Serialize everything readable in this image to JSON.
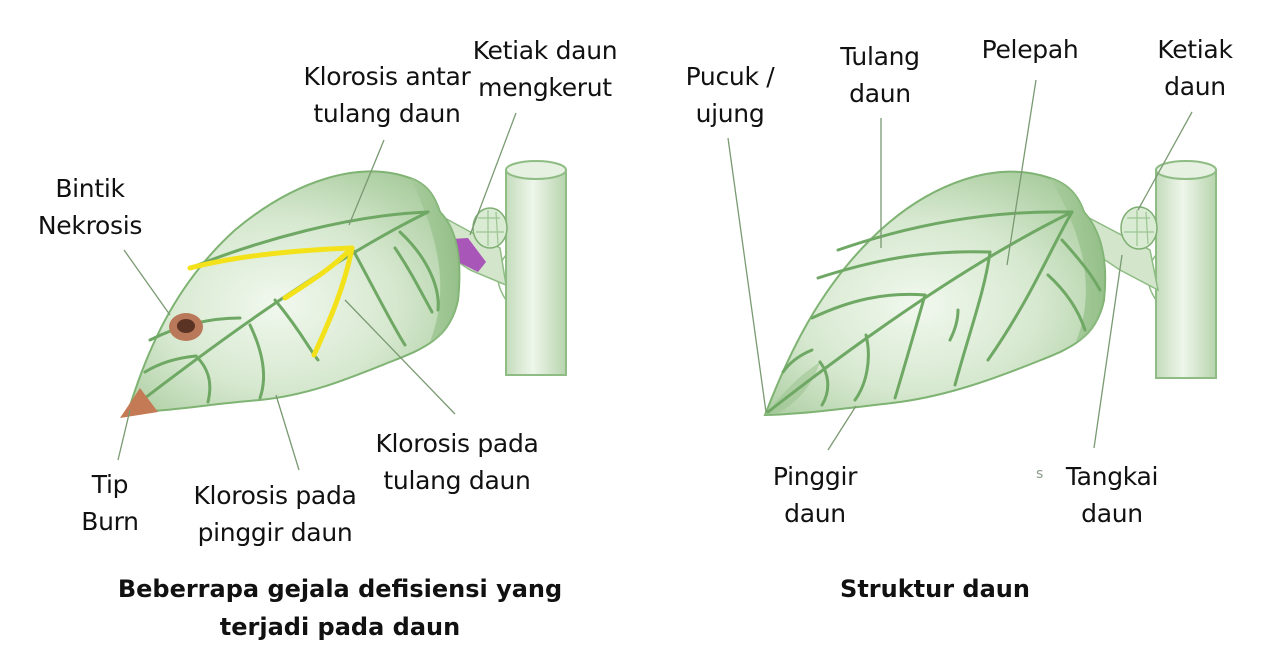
{
  "colors": {
    "leaf_fill": "#cfe3c8",
    "leaf_light": "#eef6ea",
    "leaf_vein": "#6fa864",
    "leaf_edge": "#7fb373",
    "leader_line": "#7a9a72",
    "chlorosis_yellow": "#f3e21a",
    "necrosis_outer": "#b9785a",
    "necrosis_inner": "#5a3324",
    "tip_burn": "#c57a56",
    "axil_purple": "#a346b5",
    "stem_fill": "#d8ead2"
  },
  "left_figure": {
    "caption_line1": "Beberrapa gejala defisiensi yang",
    "caption_line2": "terjadi pada daun",
    "labels": {
      "klorosis_antar": [
        "Klorosis antar",
        "tulang daun"
      ],
      "ketiak_mengkerut": [
        "Ketiak daun",
        "mengkerut"
      ],
      "bintik_nekrosis": [
        "Bintik",
        "Nekrosis"
      ],
      "tip_burn": [
        "Tip",
        "Burn"
      ],
      "klorosis_pinggir": [
        "Klorosis pada",
        "pinggir daun"
      ],
      "klorosis_tulang": [
        "Klorosis pada",
        "tulang daun"
      ]
    }
  },
  "right_figure": {
    "caption": "Struktur daun",
    "labels": {
      "pucuk": [
        "Pucuk /",
        "ujung"
      ],
      "tulang": [
        "Tulang",
        "daun"
      ],
      "pelepah": [
        "Pelepah"
      ],
      "ketiak": [
        "Ketiak",
        "daun"
      ],
      "pinggir": [
        "Pinggir",
        "daun"
      ],
      "tangkai": [
        "Tangkai",
        "daun"
      ]
    },
    "stray_mark": "s"
  }
}
